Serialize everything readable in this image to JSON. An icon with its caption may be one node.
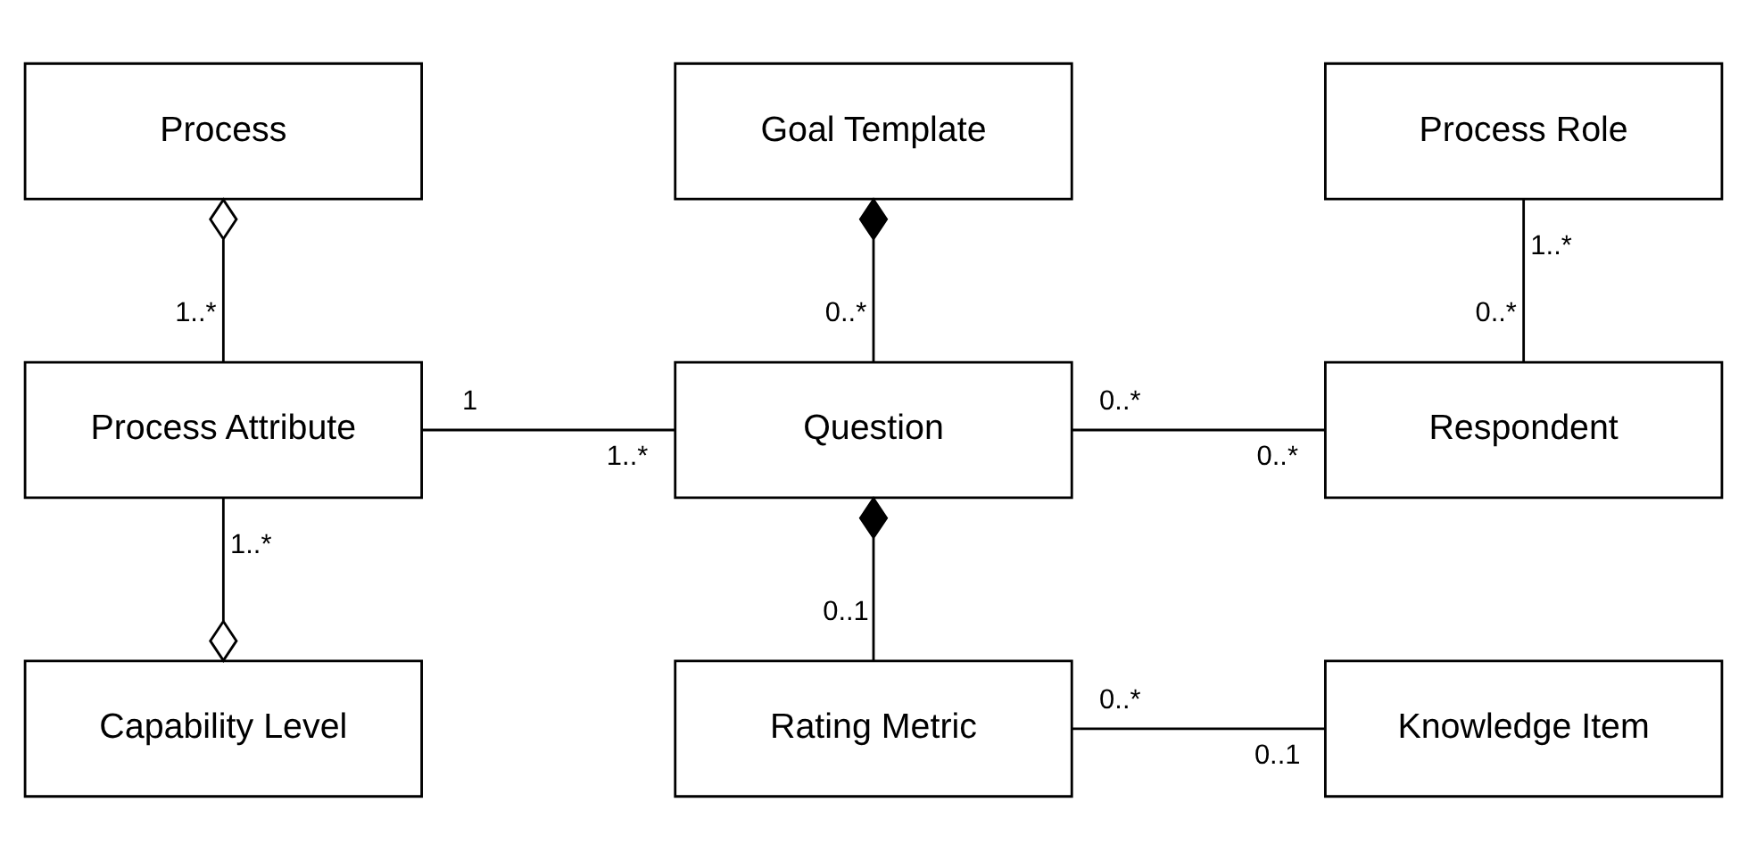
{
  "diagram": {
    "nodes": [
      {
        "text": [
          "Process"
        ]
      },
      {
        "text": [
          "Goal Template"
        ]
      },
      {
        "text": [
          "Process Role"
        ]
      },
      {
        "text": [
          "Process Attribute"
        ]
      },
      {
        "text": [
          "Question"
        ]
      },
      {
        "text": [
          "Respondent"
        ]
      },
      {
        "text": [
          "Capability Level"
        ]
      },
      {
        "text": [
          "Rating Metric"
        ]
      },
      {
        "text": [
          "Knowledge Item"
        ]
      }
    ],
    "edges": [
      {
        "from": 0,
        "to": 3,
        "arrow": "other"
      },
      {
        "from": 1,
        "to": 4,
        "arrow": "other"
      },
      {
        "from": 2,
        "to": 5,
        "arrow": "none"
      },
      {
        "from": 3,
        "to": 4,
        "arrow": "none"
      },
      {
        "from": 4,
        "to": 5,
        "arrow": "none"
      },
      {
        "from": 3,
        "to": 6,
        "arrow": "other"
      },
      {
        "from": 4,
        "to": 7,
        "arrow": "other"
      },
      {
        "from": 7,
        "to": 8,
        "arrow": "none"
      }
    ],
    "labels": [
      "1..*",
      "1..*",
      "0..*",
      "0..*",
      "1",
      "1..*",
      "0..*",
      "0..*",
      "1..*",
      "0..1",
      "0..*",
      "0..1"
    ]
  }
}
